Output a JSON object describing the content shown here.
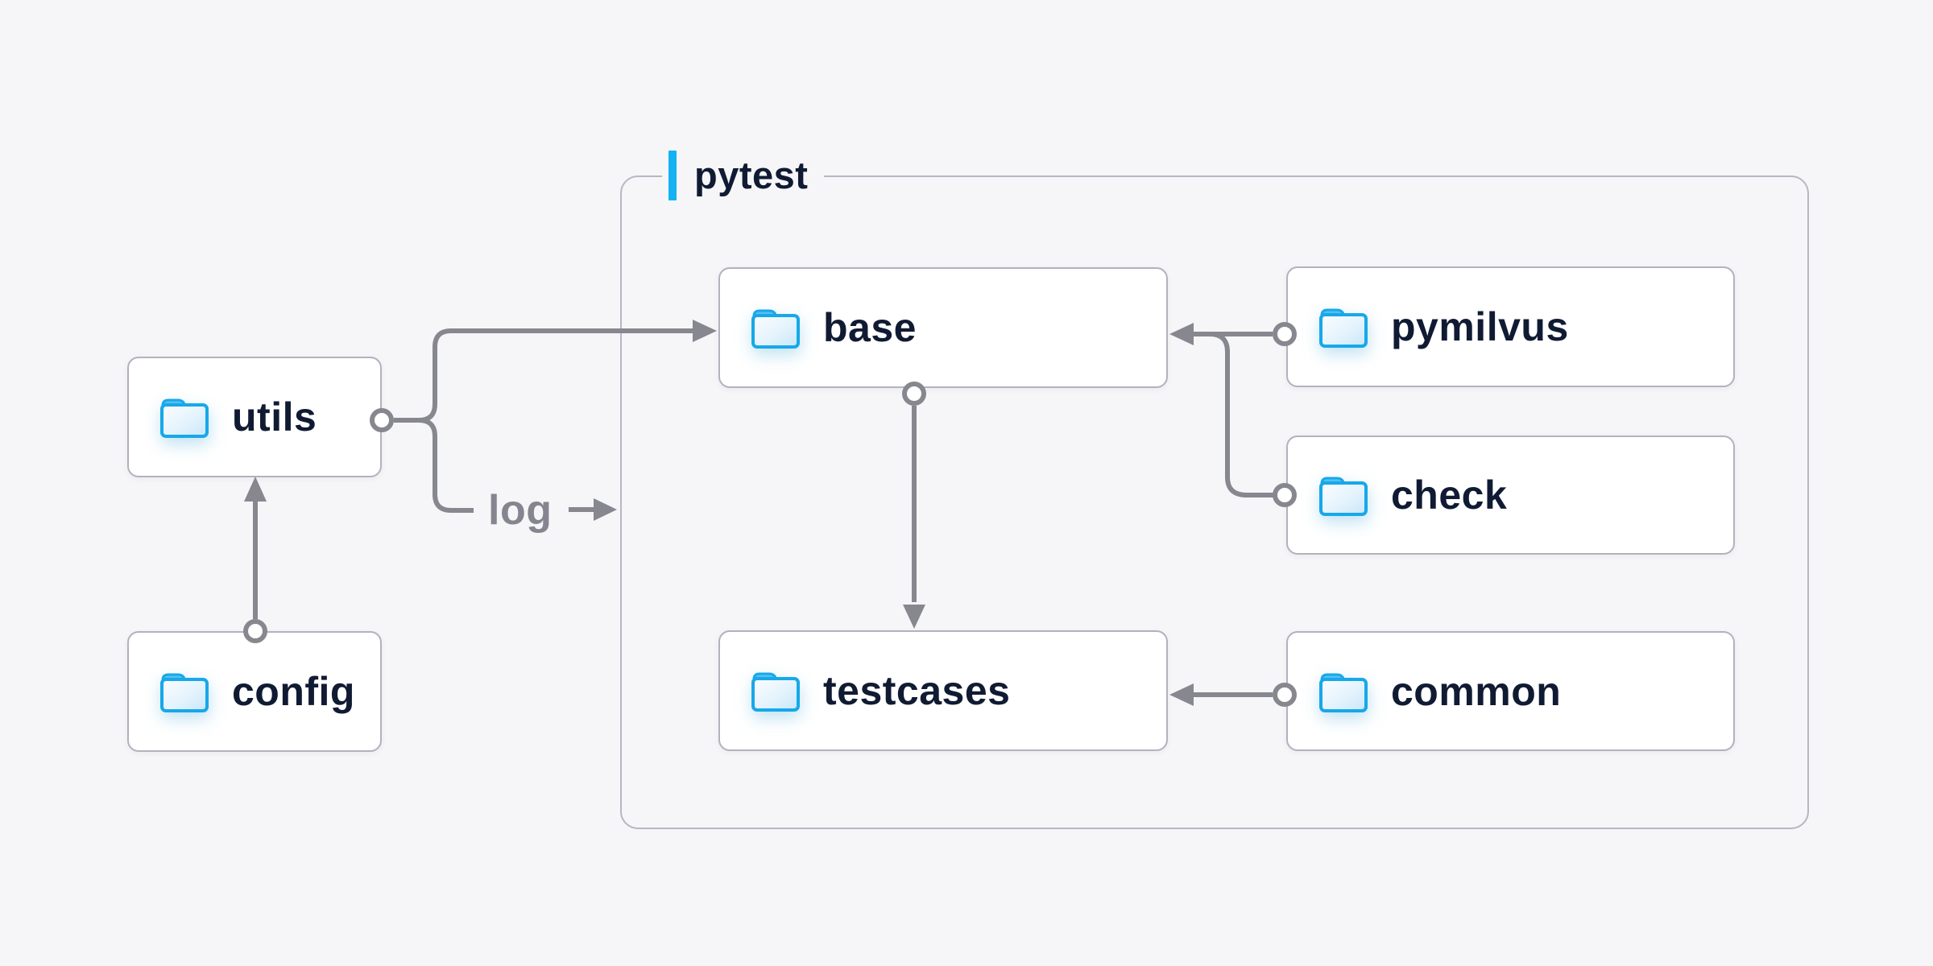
{
  "page": {
    "background": "#f6f6f8"
  },
  "container": {
    "label": "pytest"
  },
  "nodes": [
    {
      "id": "utils",
      "label": "utils",
      "icon": "folder-icon"
    },
    {
      "id": "config",
      "label": "config",
      "icon": "folder-icon"
    },
    {
      "id": "base",
      "label": "base",
      "icon": "folder-icon"
    },
    {
      "id": "testcases",
      "label": "testcases",
      "icon": "folder-icon"
    },
    {
      "id": "pymilvus",
      "label": "pymilvus",
      "icon": "folder-icon"
    },
    {
      "id": "check",
      "label": "check",
      "icon": "folder-icon"
    },
    {
      "id": "common",
      "label": "common",
      "icon": "folder-icon"
    }
  ],
  "edges": [
    {
      "from": "config",
      "to": "utils",
      "label": ""
    },
    {
      "from": "utils",
      "to": "base",
      "label": ""
    },
    {
      "from": "utils",
      "to": "pytest-container",
      "label": "log"
    },
    {
      "from": "base",
      "to": "testcases",
      "label": ""
    },
    {
      "from": "pymilvus",
      "to": "base",
      "label": ""
    },
    {
      "from": "check",
      "to": "base",
      "label": ""
    },
    {
      "from": "common",
      "to": "testcases",
      "label": ""
    }
  ],
  "colors": {
    "page_bg": "#f6f6f8",
    "node_bg": "#ffffff",
    "node_border": "#b2b2bf",
    "container_border": "#b7b7c3",
    "accent_blue": "#14b2f2",
    "folder_blue": "#17a8e9",
    "edge_gray": "#87878f",
    "edge_label_gray": "#85858f",
    "text_navy": "#101b33"
  }
}
